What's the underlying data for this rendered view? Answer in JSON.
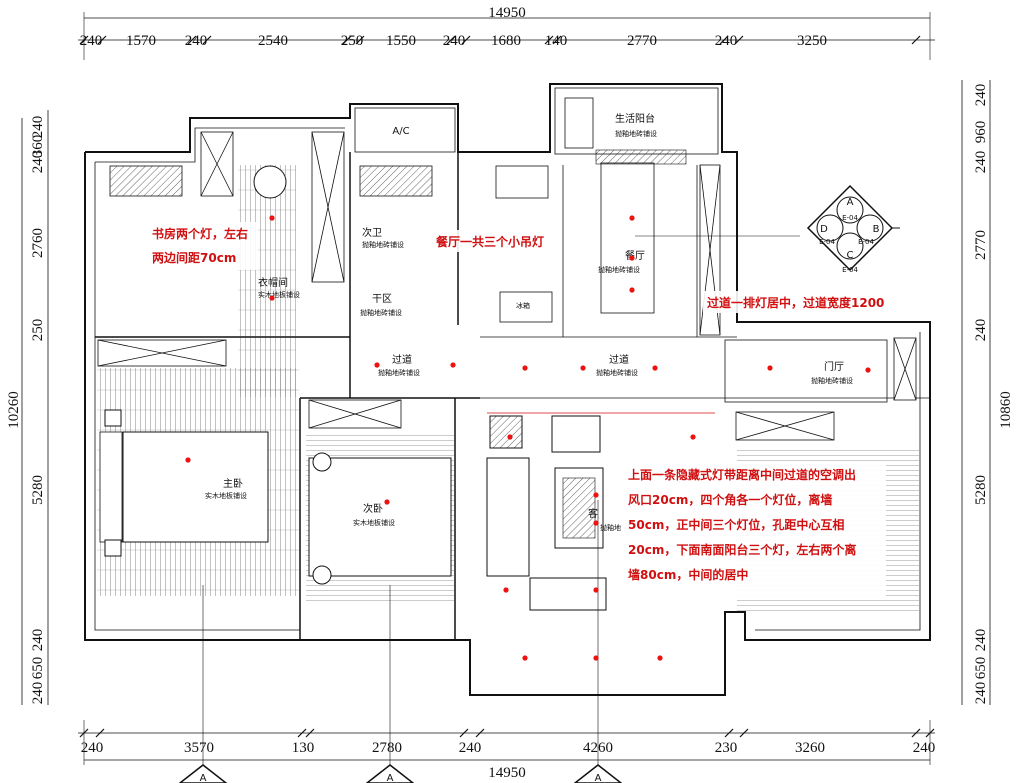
{
  "dimensions": {
    "top_total": "14950",
    "bottom_total": "14950",
    "top_row": [
      "240",
      "1570",
      "240",
      "2540",
      "250",
      "1550",
      "240",
      "1680",
      "140",
      "2770",
      "240",
      "3250"
    ],
    "bottom_row": [
      "240",
      "3570",
      "130",
      "2780",
      "240",
      "4260",
      "230",
      "3260",
      "240"
    ],
    "left_col": [
      "240",
      "360",
      "240",
      "2760",
      "250",
      "10260",
      "5280",
      "240",
      "650",
      "240"
    ],
    "right_col": [
      "240",
      "960",
      "240",
      "2770",
      "240",
      "10860",
      "5280",
      "240",
      "650",
      "240"
    ]
  },
  "rooms": {
    "balcony_service": {
      "name": "生活阳台",
      "floor": "抛釉地砖铺设"
    },
    "ac": {
      "name": "A/C"
    },
    "bath2": {
      "name": "次卫",
      "floor": "抛釉地砖铺设"
    },
    "dry_area": {
      "name": "干区",
      "floor": "抛釉地砖铺设"
    },
    "closet": {
      "name": "衣帽间",
      "floor": "实木地板铺设"
    },
    "dining": {
      "name": "餐厅",
      "floor": "抛釉地砖铺设"
    },
    "corridor1": {
      "name": "过道",
      "floor": "抛釉地砖铺设"
    },
    "corridor2": {
      "name": "过道",
      "floor": "抛釉地砖铺设"
    },
    "foyer": {
      "name": "门厅",
      "floor": "抛釉地砖铺设"
    },
    "master": {
      "name": "主卧",
      "floor": "实木地板铺设"
    },
    "second": {
      "name": "次卧",
      "floor": "实木地板铺设"
    },
    "living": {
      "name": "客",
      "floor": "抛釉地"
    },
    "kitchen_fridge": {
      "name": "冰箱"
    }
  },
  "section_marks": {
    "ref": "E-04",
    "letters": [
      "A",
      "B",
      "C",
      "D"
    ],
    "bottom_markers": [
      "A",
      "A",
      "A"
    ]
  },
  "annotations": {
    "study_line1": "书房两个灯，左右",
    "study_line2": "两边间距70cm",
    "dining": "餐厅一共三个小吊灯",
    "corridor": "过道一排灯居中，过道宽度1200",
    "living_line1": "上面一条隐藏式灯带距离中间过道的空调出",
    "living_line2": "风口20cm，四个角各一个灯位，离墙",
    "living_line3": "50cm，正中间三个灯位，孔距中心互相",
    "living_line4": "20cm，下面南面阳台三个灯，左右两个离",
    "living_line5": "墙80cm，中间的居中"
  },
  "colors": {
    "annotation": "#d01010",
    "light_point": "#e11111",
    "line": "#111111"
  }
}
